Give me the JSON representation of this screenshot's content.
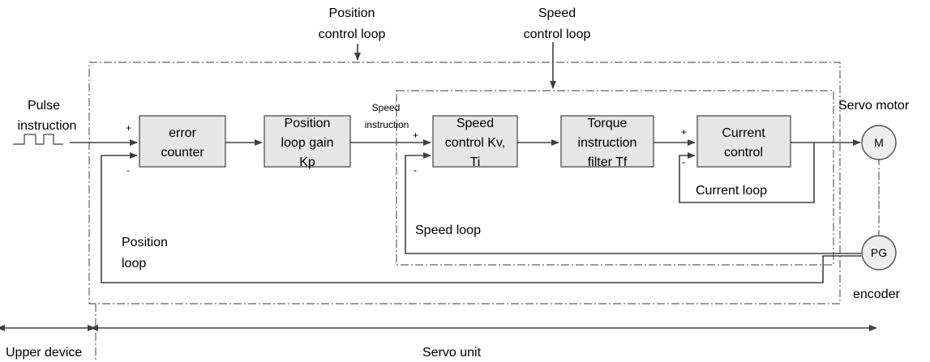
{
  "annotations": {
    "position_control_loop": [
      "Position",
      "control loop"
    ],
    "speed_control_loop": [
      "Speed",
      "control loop"
    ],
    "pulse_instruction": [
      "Pulse",
      "instruction"
    ],
    "speed_instruction": [
      "Speed",
      "instruction"
    ],
    "position_loop": [
      "Position",
      "loop"
    ],
    "speed_loop": "Speed loop",
    "current_loop": "Current loop",
    "servo_motor": "Servo motor",
    "encoder": "encoder",
    "upper_device": "Upper device",
    "servo_unit": "Servo unit"
  },
  "blocks": {
    "error_counter": [
      "error",
      "counter"
    ],
    "position_gain": [
      "Position",
      "loop gain",
      "Kp"
    ],
    "speed_control": [
      "Speed",
      "control Kv,",
      "Ti"
    ],
    "torque_filter": [
      "Torque",
      "instruction",
      "filter Tf"
    ],
    "current_control": [
      "Current",
      "control"
    ]
  },
  "nodes": {
    "motor": "M",
    "pg": "PG"
  },
  "signs": {
    "plus": "+",
    "minus": "-"
  }
}
